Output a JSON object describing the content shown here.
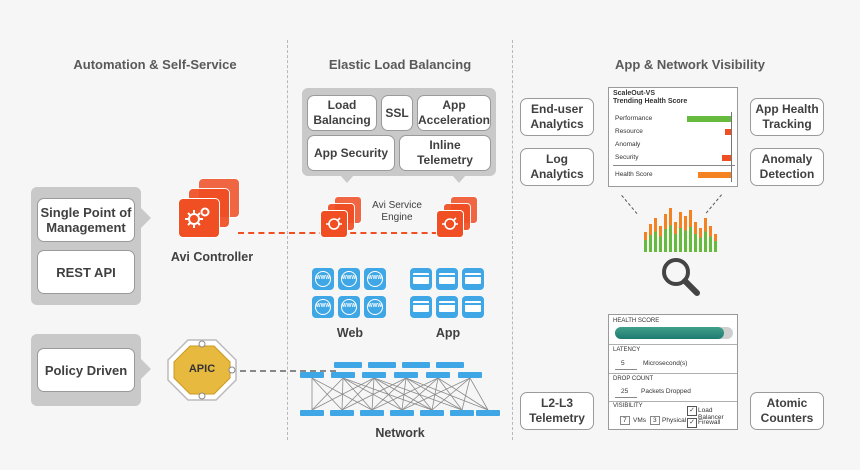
{
  "columns": {
    "automation": "Automation & Self-Service",
    "elastic": "Elastic Load Balancing",
    "visibility": "App & Network Visibility"
  },
  "automation": {
    "single_point": "Single Point of Management",
    "rest_api": "REST API",
    "controller": "Avi Controller",
    "policy": "Policy Driven",
    "apic": "APIC"
  },
  "elastic": {
    "features": {
      "load_balancing": "Load Balancing",
      "ssl": "SSL",
      "app_acceleration": "App Acceleration",
      "app_security": "App Security",
      "inline_telemetry": "Inline Telemetry"
    },
    "service_engine": "Avi Service Engine",
    "web": "Web",
    "app": "App",
    "network": "Network",
    "www_label": "WWW"
  },
  "visibility": {
    "end_user": "End-user Analytics",
    "log": "Log Analytics",
    "app_health": "App Health Tracking",
    "anomaly": "Anomaly Detection",
    "l2l3": "L2-L3 Telemetry",
    "atomic": "Atomic Counters",
    "scaleout": {
      "title": "ScaleOut-VS",
      "subtitle": "Trending Health Score",
      "rows": [
        "Performance",
        "Resource",
        "Anomaly",
        "Security"
      ],
      "total": "Health Score",
      "values": [
        0.85,
        0.12,
        0.0,
        0.18,
        0.64
      ]
    },
    "counters": {
      "health_label": "HEALTH SCORE",
      "health_value": 0.92,
      "latency_label": "LATENCY",
      "latency_value": "5",
      "latency_unit": "Microsecond(s)",
      "drop_label": "DROP COUNT",
      "drop_value": "25",
      "drop_unit": "Packets Dropped",
      "visibility_label": "VISIBILITY",
      "vms_count": "7",
      "vms_label": "VMs",
      "physical_count": "3",
      "physical_label": "Physical",
      "check_lb": "Load Balancer",
      "check_fw": "Firewall"
    }
  },
  "colors": {
    "orange": "#f04e23",
    "blue": "#3fa7e6",
    "green": "#66bb3e",
    "gold": "#e7b93e"
  }
}
